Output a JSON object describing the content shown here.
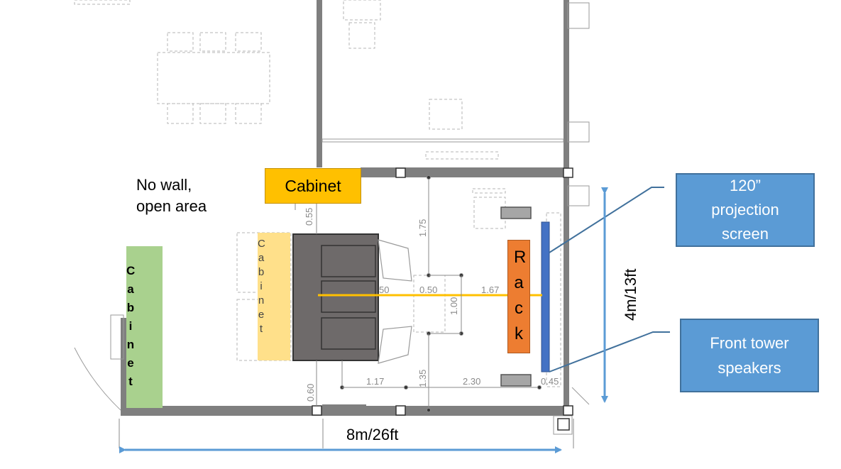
{
  "labels": {
    "open_area_line1": "No wall,",
    "open_area_line2": "open area",
    "cabinet_top": "Cabinet",
    "cabinet_mid": "Cabinet",
    "cabinet_left": "Cabinet",
    "rack": "Rack",
    "screen_callout_line1": "120”",
    "screen_callout_line2": "projection",
    "screen_callout_line3": "screen",
    "speakers_callout_line1": "Front tower",
    "speakers_callout_line2": "speakers",
    "width_dimension": "8m/26ft",
    "depth_dimension": "4m/13ft"
  },
  "dimensions": {
    "d055": "0.55",
    "d175": "1.75",
    "d050": "0.50",
    "d167": "1.67",
    "d100": "1.00",
    "d050b": "50",
    "d135": "1.35",
    "d117": "1.17",
    "d230": "2.30",
    "d045": "0.45",
    "d060": "0.60"
  },
  "colors": {
    "cabinet_top": "#ffc000",
    "cabinet_mid": "#ffe08a",
    "cabinet_left": "#a9d18e",
    "rack": "#ed7d31",
    "screen": "#4472c4",
    "callout": "#5b9bd5",
    "arrows": "#5b9bd5",
    "sightline": "#ffc000",
    "desk": "#6e6a6a",
    "wall": "#7f7f7f"
  }
}
